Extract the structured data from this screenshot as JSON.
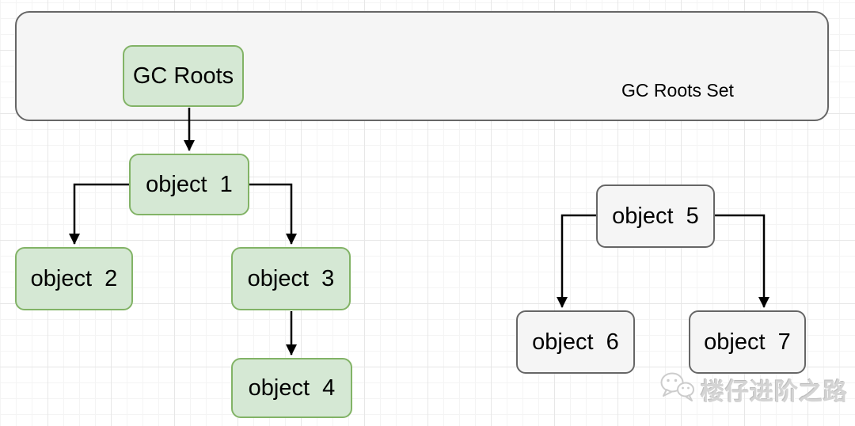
{
  "diagram": {
    "group_box": {
      "label": "GC Roots Set"
    },
    "nodes": {
      "gc_roots": {
        "label": "GC Roots"
      },
      "object1": {
        "label": "object  1"
      },
      "object2": {
        "label": "object  2"
      },
      "object3": {
        "label": "object  3"
      },
      "object4": {
        "label": "object  4"
      },
      "object5": {
        "label": "object  5"
      },
      "object6": {
        "label": "object  6"
      },
      "object7": {
        "label": "object  7"
      }
    },
    "edges": [
      {
        "from": "GC Roots",
        "to": "object 1"
      },
      {
        "from": "object 1",
        "to": "object 2"
      },
      {
        "from": "object 1",
        "to": "object 3"
      },
      {
        "from": "object 3",
        "to": "object 4"
      },
      {
        "from": "object 5",
        "to": "object 6"
      },
      {
        "from": "object 5",
        "to": "object 7"
      }
    ],
    "colors": {
      "reachable_fill": "#d5e8d4",
      "reachable_border": "#82b366",
      "unreachable_fill": "#f5f5f5",
      "unreachable_border": "#666666",
      "arrow": "#000000",
      "grid_major": "#e7e7e7",
      "grid_minor": "#f4f4f4"
    }
  },
  "watermark": {
    "label": "楼仔进阶之路",
    "icon": "wechat-icon"
  }
}
